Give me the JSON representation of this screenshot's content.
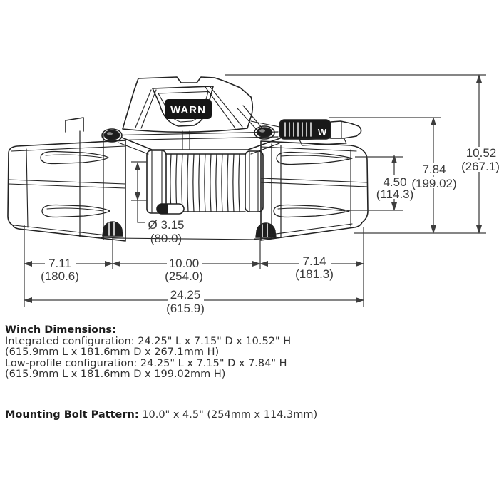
{
  "figure": {
    "type": "winch technical dimension drawing",
    "brand": "WARN",
    "knob_logo": "W"
  },
  "dimensions": {
    "overall_height": {
      "inches": "10.52",
      "mm": "(267.1)"
    },
    "low_profile_height": {
      "inches": "7.84",
      "mm": "(199.02)"
    },
    "bolt_pattern_height": {
      "inches": "4.50",
      "mm": "(114.3)"
    },
    "drum_diameter": {
      "inches": "Ø 3.15",
      "mm": "(80.0)"
    },
    "left_section_length": {
      "inches": "7.11",
      "mm": "(180.6)"
    },
    "bolt_pattern_length": {
      "inches": "10.00",
      "mm": "(254.0)"
    },
    "right_section_length": {
      "inches": "7.14",
      "mm": "(181.3)"
    },
    "overall_length": {
      "inches": "24.25",
      "mm": "(615.9)"
    }
  },
  "notes": {
    "heading": "Winch Dimensions:",
    "integrated": "Integrated configuration: 24.25\" L x 7.15\" D x 10.52\" H",
    "integrated_metric": "(615.9mm L x 181.6mm D x 267.1mm H)",
    "low_profile": "Low-profile configuration: 24.25\" L x 7.15\" D x 7.84\" H",
    "low_profile_metric": "(615.9mm L x 181.6mm D x 199.02mm H)",
    "bolt_heading": "Mounting Bolt Pattern:",
    "bolt_value": " 10.0\" x 4.5\" (254mm x 114.3mm)"
  },
  "colors": {
    "body_line": "#222222",
    "dimension_line": "#3d3d3d",
    "background": "#ffffff"
  }
}
